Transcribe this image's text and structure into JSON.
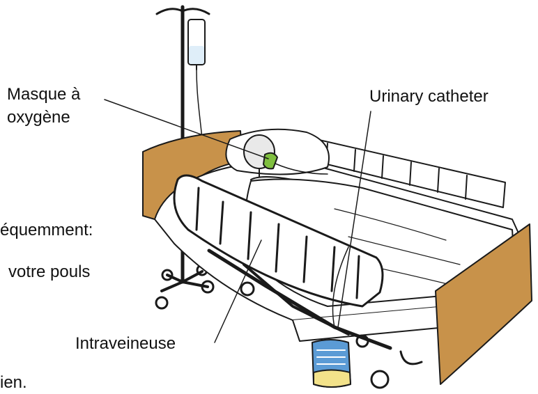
{
  "labels": {
    "oxygen_mask_line1": "Masque à",
    "oxygen_mask_line2": "oxygène",
    "urinary_catheter": "Urinary catheter",
    "iv": "Intraveineuse"
  },
  "background_text": {
    "fragment_1": "équemment:",
    "fragment_2": "votre pouls",
    "fragment_3": "ien."
  },
  "colors": {
    "outline": "#1a1a1a",
    "headboard": "#c8924a",
    "sheet": "#ffffff",
    "patient_skin": "#e9e9e9",
    "oxygen_mask": "#7fbf3f",
    "urine_bag": "#5b9bd5",
    "urine": "#f3e28a"
  }
}
